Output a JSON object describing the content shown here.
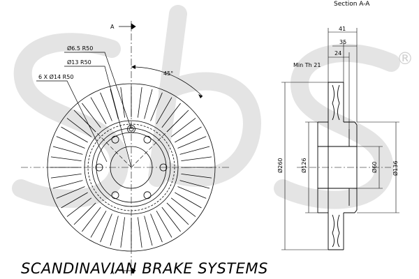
{
  "colors": {
    "watermark": "#e2e2e2",
    "brand_text": "#cfcfcf",
    "lines": "#000000"
  },
  "front_view": {
    "section_marker_top": "A",
    "section_marker_bottom": "A",
    "callout_hole_small": "Ø6.5  R50",
    "callout_hole_center": "Ø13  R50",
    "callout_bolt_holes": "6 X Ø14  R50",
    "angle_label": "45°"
  },
  "section_view": {
    "title": "Section A-A",
    "min_thickness": "Min Th 21",
    "dim_overall_width": "41",
    "dim_hat": "35",
    "dim_friction": "24",
    "dim_outer_diameter": "Ø260",
    "dim_hub_diameter": "Ø126",
    "dim_center_bore": "Ø60",
    "dim_hat_diameter": "Ø136"
  },
  "branding": {
    "watermark_letters": "sbs",
    "registered_mark": "®",
    "footer_text": "SCANDINAVIAN BRAKE SYSTEMS"
  }
}
